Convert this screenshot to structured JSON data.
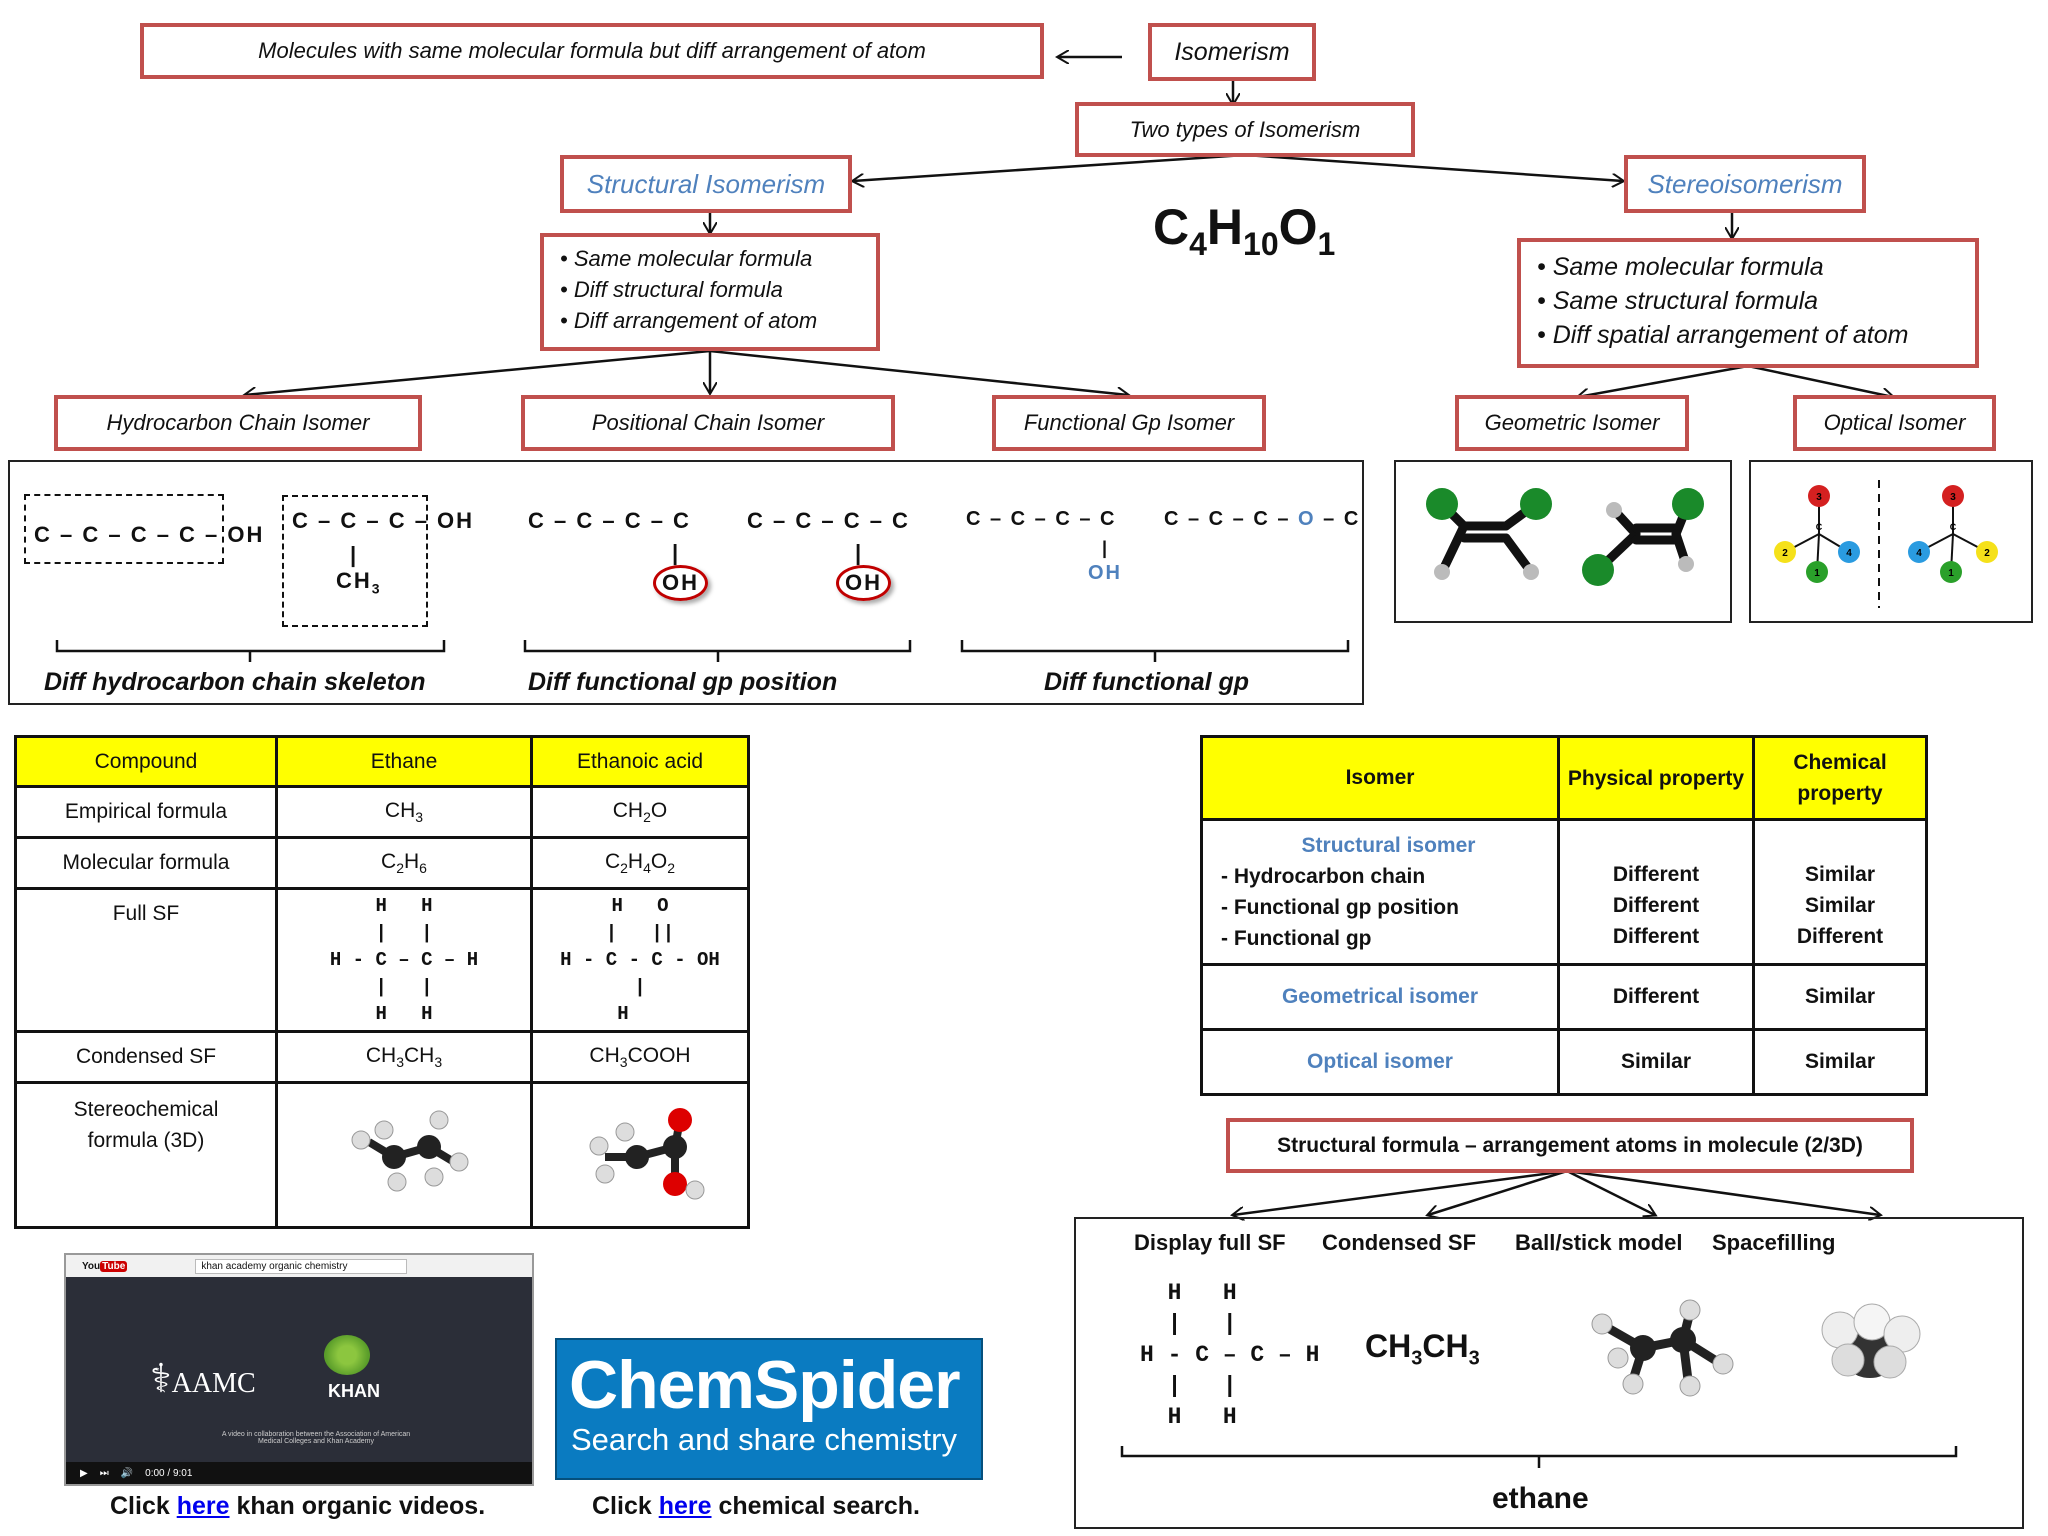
{
  "hierarchy": {
    "definition": "Molecules with same molecular formula but diff arrangement of atom",
    "root": "Isomerism",
    "two_types": "Two types of Isomerism",
    "structural": "Structural Isomerism",
    "stereo": "Stereoisomerism",
    "formula_main": "C",
    "formula_sub1": "4",
    "formula_h": "H",
    "formula_sub2": "10",
    "formula_o": "O",
    "formula_sub3": "1",
    "structural_points": [
      "Same molecular formula",
      "Diff structural formula",
      "Diff arrangement of atom"
    ],
    "stereo_points": [
      "Same molecular formula",
      "Same structural formula",
      "Diff spatial arrangement of atom"
    ],
    "sub_structural": [
      "Hydrocarbon Chain Isomer",
      "Positional Chain Isomer",
      "Functional Gp Isomer"
    ],
    "sub_stereo": [
      "Geometric Isomer",
      "Optical Isomer"
    ]
  },
  "examples": {
    "chain1": "C – C – C – C – OH",
    "chain2_top": "C – C – C – OH",
    "chain2_bottom": "CH3",
    "pos1": "C – C – C – C",
    "pos2": "C – C – C – C",
    "oh": "OH",
    "func1": "C – C – C – C",
    "func1_oh": "OH",
    "func2_left": "C – C – C – ",
    "func2_o": "O",
    "func2_right": " – C",
    "caption1": "Diff hydrocarbon chain skeleton",
    "caption2": "Diff  functional gp position",
    "caption3": "Diff functional gp",
    "optical_numbers": [
      "3",
      "2",
      "1",
      "4",
      "C"
    ]
  },
  "table1": {
    "headers": [
      "Compound",
      "Ethane",
      "Ethanoic acid"
    ],
    "rows": [
      [
        "Empirical formula",
        "CH3",
        "CH2O"
      ],
      [
        "Molecular formula",
        "C2H6",
        "C2H4O2"
      ],
      [
        "Full SF",
        "",
        ""
      ],
      [
        "Condensed SF",
        "CH3CH3",
        "CH3COOH"
      ],
      [
        "Stereochemical formula (3D)",
        "",
        ""
      ]
    ]
  },
  "table2": {
    "headers": [
      "Isomer",
      "Physical property",
      "Chemical property"
    ],
    "structural": "Structural isomer",
    "structural_items": [
      "- Hydrocarbon chain",
      "- Functional gp position",
      "- Functional gp"
    ],
    "structural_physical": [
      "Different",
      "Different",
      "Different"
    ],
    "structural_chemical": [
      "Similar",
      "Similar",
      "Different"
    ],
    "geometrical": "Geometrical isomer",
    "geometrical_vals": [
      "Different",
      "Similar"
    ],
    "optical": "Optical isomer",
    "optical_vals": [
      "Similar",
      "Similar"
    ]
  },
  "structural_formula": {
    "title": "Structural formula – arrangement atoms in molecule (2/3D)",
    "types": [
      "Display full SF",
      "Condensed SF",
      "Ball/stick model",
      "Spacefilling"
    ],
    "condensed": "CH3CH3",
    "label": "ethane"
  },
  "links": {
    "youtube_search": "khan academy organic chemistry",
    "aamc": "AAMC",
    "khan": "KHAN",
    "video_caption": "A video in collaboration between the Association of American Medical Colleges and Khan Academy",
    "time": "0:00 / 9:01",
    "chemspider_title": "ChemSpider",
    "chemspider_sub": "Search and share chemistry",
    "click": "Click ",
    "here": "here",
    "khan_suffix": " khan organic videos.",
    "chem_suffix": " chemical search."
  },
  "colors": {
    "border": "#c0504d",
    "blue_text": "#4f81bd",
    "header": "#ffff00",
    "chemspider": "#0a7bc1"
  }
}
